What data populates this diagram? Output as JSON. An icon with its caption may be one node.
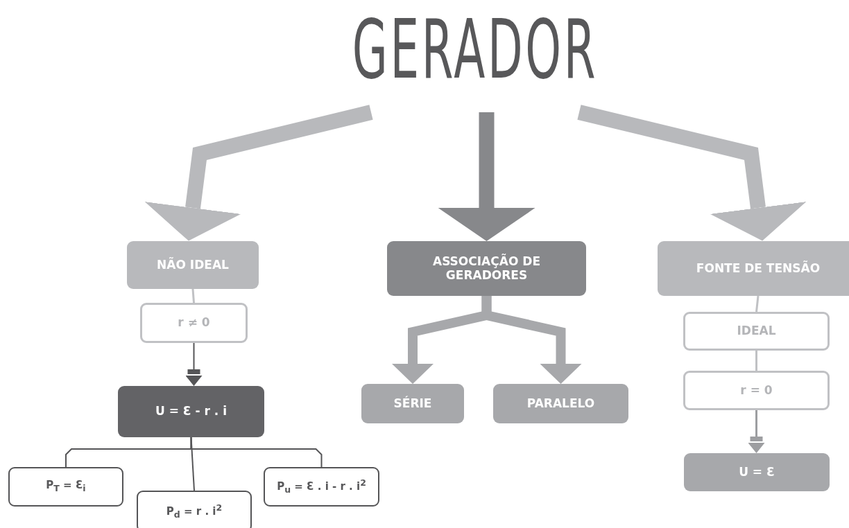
{
  "diagram": {
    "nodes": [
      {
        "text": [
          "GERADOR"
        ]
      },
      {
        "text": [
          "NÃO IDEAL"
        ]
      },
      {
        "text": [
          "r ≠ 0"
        ]
      },
      {
        "text": [
          "U = Ɛ - r . i"
        ]
      },
      {
        "text": [
          "P$_{T}$ = Ɛ$_{i}$"
        ]
      },
      {
        "text": [
          "P$_{d}$ = r . i$^{2}$"
        ]
      },
      {
        "text": [
          "P$_{u}$ = Ɛ . i - r . i$^{2}$"
        ]
      },
      {
        "text": [
          "ASSOCIAÇÃO DE GERADORES"
        ]
      },
      {
        "text": [
          "SÉRIE"
        ]
      },
      {
        "text": [
          "PARALELO"
        ]
      },
      {
        "text": [
          "FONTE DE TENSÃO"
        ]
      },
      {
        "text": [
          "IDEAL"
        ]
      },
      {
        "text": [
          "r = 0"
        ]
      },
      {
        "text": [
          "U = Ɛ"
        ]
      }
    ],
    "edges": [
      {
        "from": 0,
        "to": 1,
        "arrow": "to",
        "style": "thick",
        "color": "#b8b9bc"
      },
      {
        "from": 0,
        "to": 7,
        "arrow": "to",
        "style": "thick",
        "color": "#87888b"
      },
      {
        "from": 0,
        "to": 10,
        "arrow": "to",
        "style": "thick",
        "color": "#b8b9bc"
      },
      {
        "from": 1,
        "to": 2,
        "arrow": "none",
        "color": "#c0c1c4"
      },
      {
        "from": 2,
        "to": 3,
        "arrow": "to"
      },
      {
        "from": 3,
        "to": 4,
        "arrow": "none"
      },
      {
        "from": 3,
        "to": 5,
        "arrow": "none"
      },
      {
        "from": 3,
        "to": 6,
        "arrow": "none"
      },
      {
        "from": 7,
        "to": 8,
        "arrow": "to",
        "style": "thick",
        "color": "#a7a8ab"
      },
      {
        "from": 7,
        "to": 9,
        "arrow": "to",
        "style": "thick",
        "color": "#a7a8ab"
      },
      {
        "from": 10,
        "to": 11,
        "arrow": "none",
        "color": "#c0c1c4"
      },
      {
        "from": 11,
        "to": 12,
        "arrow": "none",
        "color": "#c0c1c4"
      },
      {
        "from": 12,
        "to": 13,
        "arrow": "to",
        "color": "#9d9ea1"
      }
    ]
  }
}
